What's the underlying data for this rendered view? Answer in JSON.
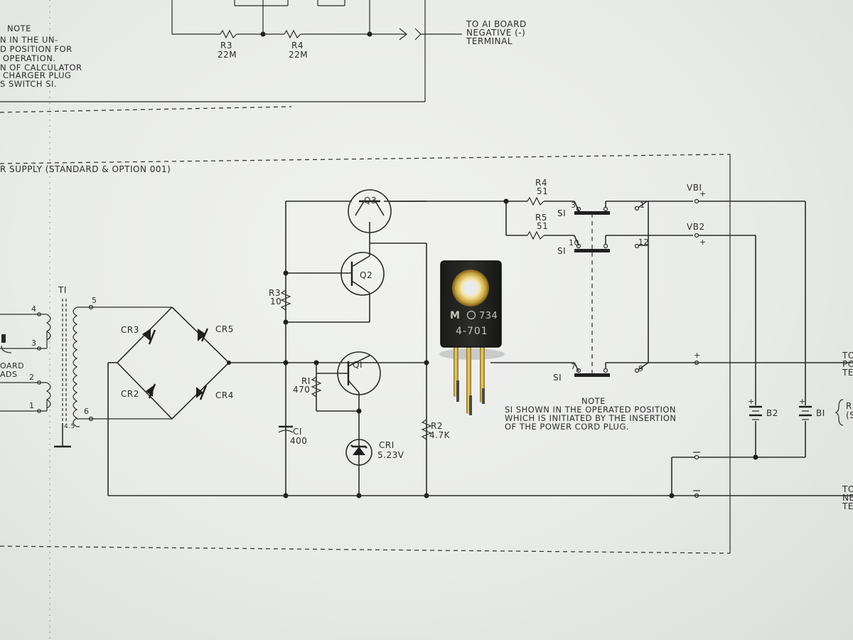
{
  "top_section": {
    "note_title": "NOTE",
    "note_lines": [
      "N IN THE UN-",
      "D POSITION FOR",
      "OPERATION.",
      "N OF CALCULATOR",
      "CHARGER PLUG",
      "S SWITCH SI."
    ],
    "r3_name": "R3",
    "r3_value": "22M",
    "r4_name": "R4",
    "r4_value": "22M",
    "to_ai_board": [
      "TO AI BOARD",
      "NEGATIVE (-)",
      "TERMINAL"
    ]
  },
  "section_title": "R SUPPLY (STANDARD & OPTION 001)",
  "transformer": {
    "name": "TI",
    "pins": [
      "5",
      "4",
      "3",
      "2",
      "1",
      "6",
      "4.5"
    ],
    "left_labels": [
      "OARD",
      "ADS"
    ]
  },
  "diodes": {
    "cr3": "CR3",
    "cr5": "CR5",
    "cr2": "CR2",
    "cr4": "CR4"
  },
  "transistors": {
    "q1": "QI",
    "q2": "Q2",
    "q3": "Q3"
  },
  "resistors": {
    "r3_name": "R3",
    "r3_value": "10",
    "r1_name": "RI",
    "r1_value": "470",
    "r2_name": "R2",
    "r2_value": "4.7K",
    "r4_name": "R4",
    "r4_value": "51",
    "r5_name": "R5",
    "r5_value": "51"
  },
  "capacitor": {
    "name": "CI",
    "value": "400"
  },
  "zener": {
    "name": "CRI",
    "value": "5.23V"
  },
  "switch": {
    "s1_label": "SI",
    "pins": [
      "3",
      "1",
      "10",
      "12",
      "7",
      "9"
    ]
  },
  "battery_labels": {
    "vb1": "VBI",
    "vb2": "VB2",
    "b1": "BI",
    "b2": "B2"
  },
  "bottom_note": {
    "title": "NOTE",
    "lines": [
      "SI SHOWN IN THE OPERATED POSITION",
      "WHICH IS INITIATED BY THE INSERTION",
      "OF THE POWER CORD PLUG."
    ]
  },
  "right_edge": {
    "top_labels": [
      "TO",
      "PO",
      "TE"
    ],
    "bottom_labels": [
      "TO",
      "NE",
      "TE"
    ],
    "mid_labels": [
      "R",
      "(S"
    ]
  },
  "component": {
    "logo": "M",
    "code": "734",
    "part_number": "4-701"
  },
  "polarity_marks": {
    "plus": "+"
  }
}
